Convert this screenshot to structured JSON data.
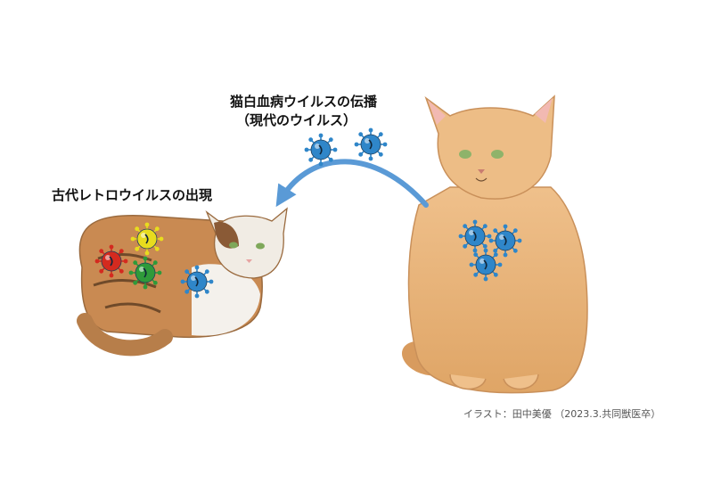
{
  "labels": {
    "transmission_title": "猫白血病ウイルスの伝播",
    "transmission_subtitle": "（現代のウイルス）",
    "emergence_title": "古代レトロウイルスの出現",
    "credit": "イラスト：田中美優 （2023.3.共同獣医卒）"
  },
  "colors": {
    "background": "#ffffff",
    "arrow": "#5a9ad6",
    "virus_blue": "#2f86c9",
    "virus_red": "#d42a1f",
    "virus_yellow": "#e8dc1e",
    "virus_green": "#2f9a3a",
    "orange_cat": "#e6b27a",
    "calico_cat_orange": "#c98a52",
    "calico_cat_white": "#f4f1ec"
  },
  "viruses": [
    {
      "name": "virus-transmitting-1",
      "color": "virus_blue"
    },
    {
      "name": "virus-transmitting-2",
      "color": "virus_blue"
    },
    {
      "name": "virus-orange-cat-1",
      "color": "virus_blue"
    },
    {
      "name": "virus-orange-cat-2",
      "color": "virus_blue"
    },
    {
      "name": "virus-orange-cat-3",
      "color": "virus_blue"
    },
    {
      "name": "virus-calico-red",
      "color": "virus_red"
    },
    {
      "name": "virus-calico-yellow",
      "color": "virus_yellow"
    },
    {
      "name": "virus-calico-green",
      "color": "virus_green"
    },
    {
      "name": "virus-calico-blue",
      "color": "virus_blue"
    }
  ]
}
